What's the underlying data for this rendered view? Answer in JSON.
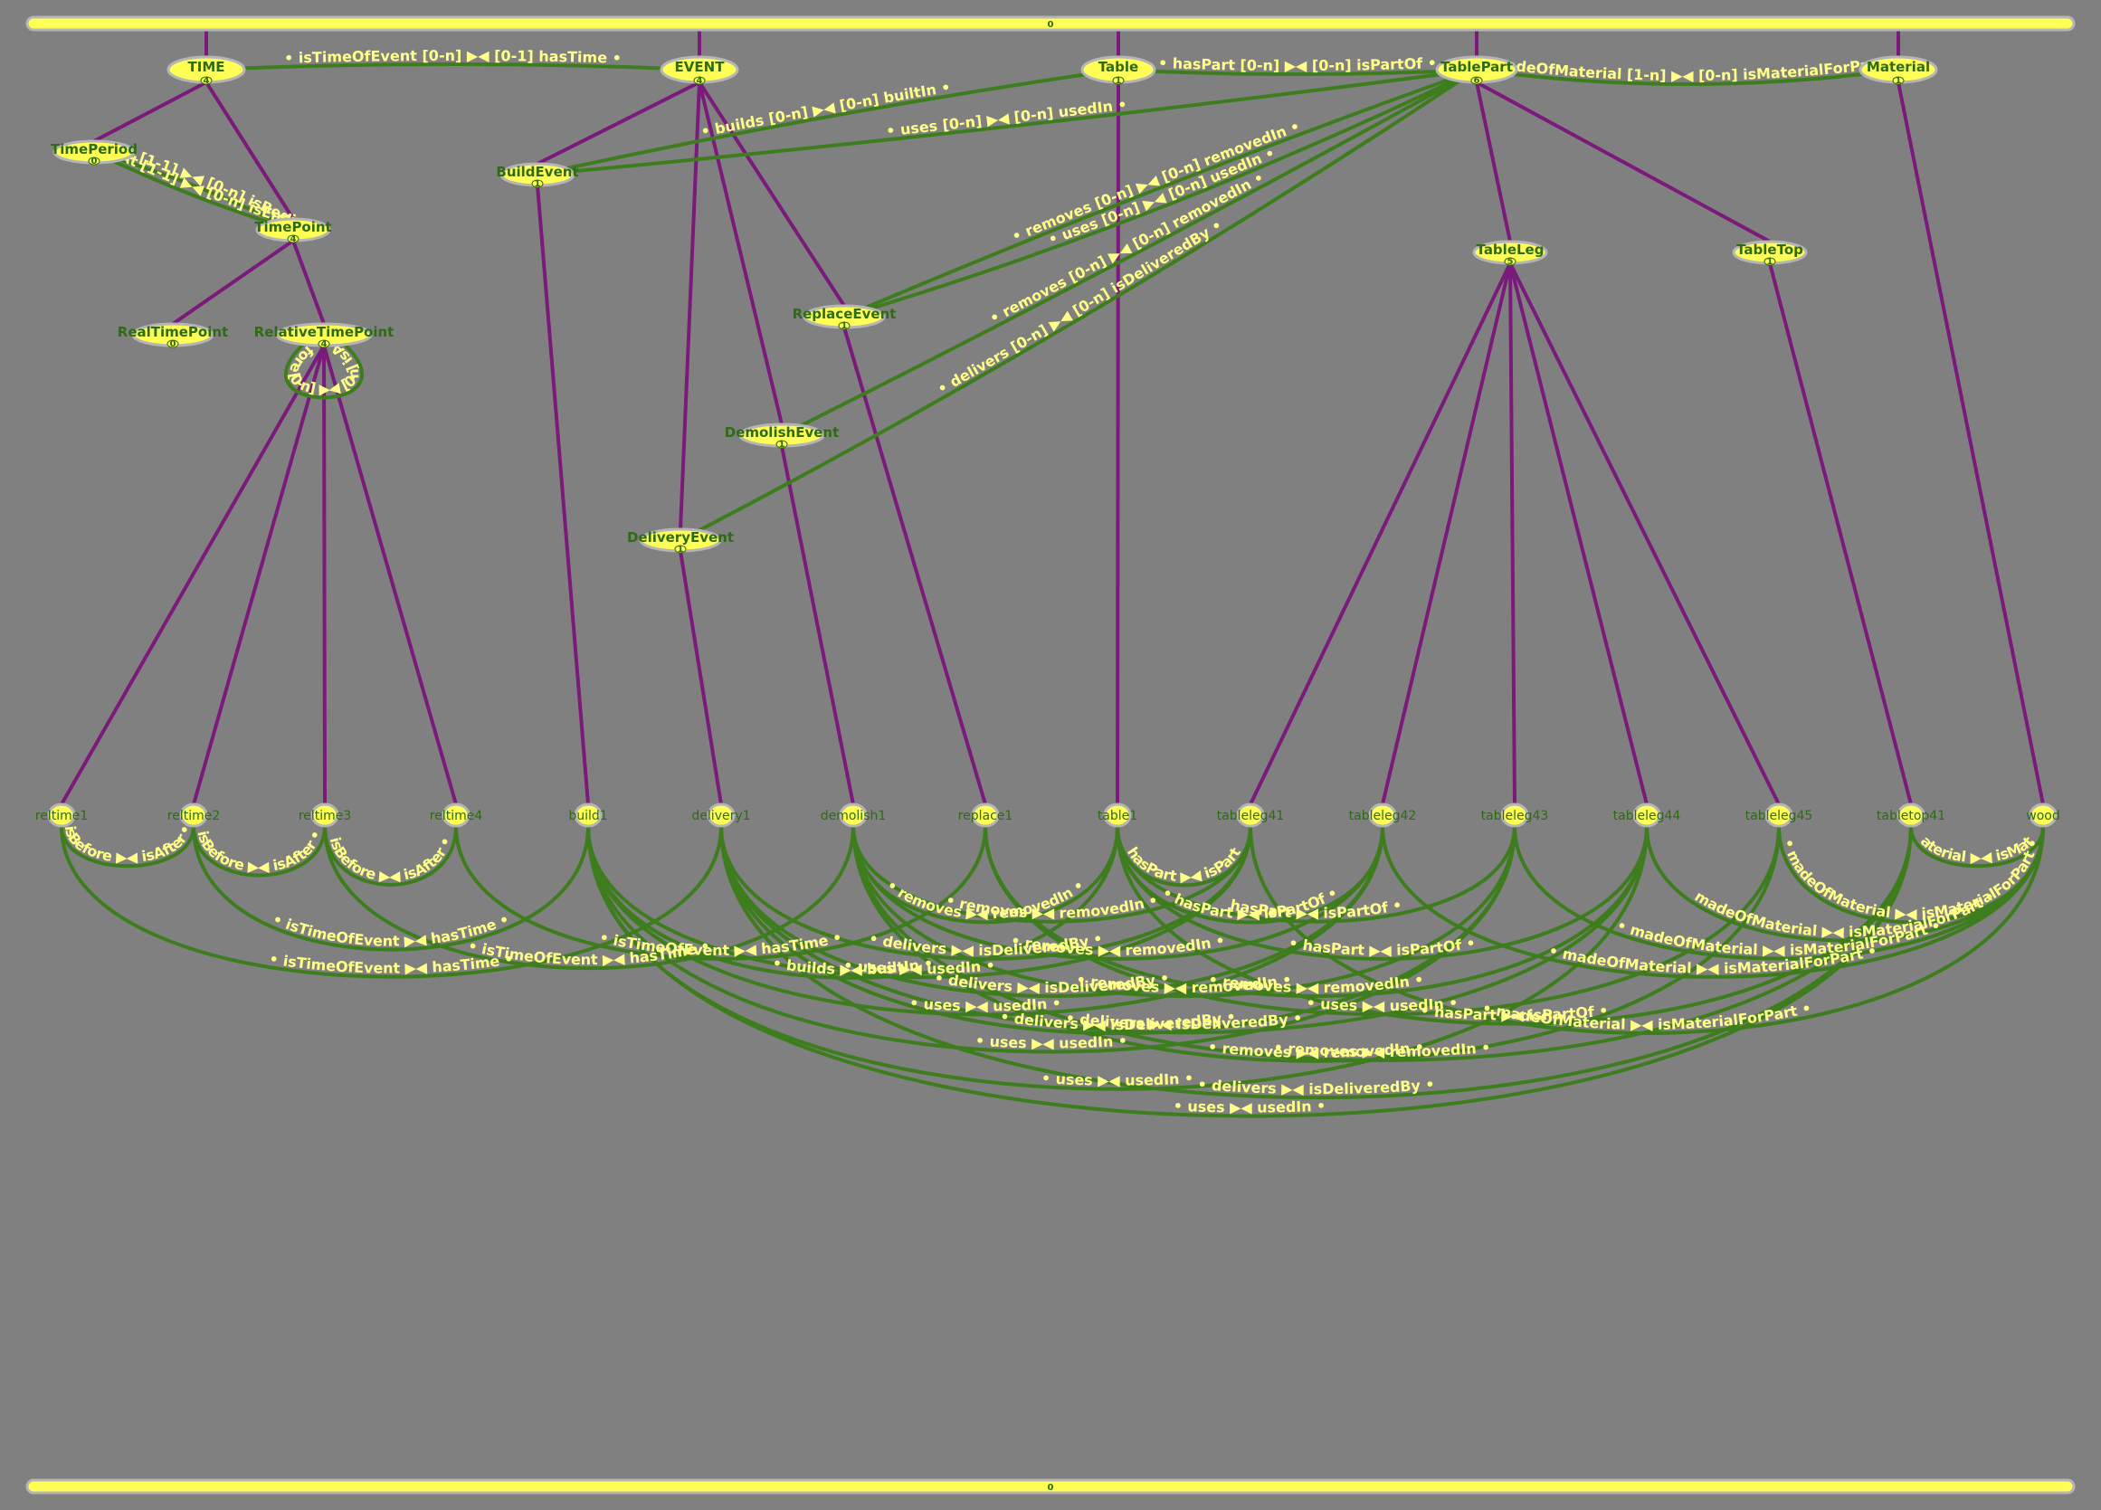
{
  "bars": {
    "top_count": "0",
    "bottom_count": "0"
  },
  "classes": [
    {
      "id": "TIME",
      "label": "TIME",
      "count": "4"
    },
    {
      "id": "EVENT",
      "label": "EVENT",
      "count": "4"
    },
    {
      "id": "Table",
      "label": "Table",
      "count": "1"
    },
    {
      "id": "TablePart",
      "label": "TablePart",
      "count": "6"
    },
    {
      "id": "Material",
      "label": "Material",
      "count": "1"
    },
    {
      "id": "TimePeriod",
      "label": "TimePeriod",
      "count": "0"
    },
    {
      "id": "TimePoint",
      "label": "TimePoint",
      "count": "4"
    },
    {
      "id": "RealTimePoint",
      "label": "RealTimePoint",
      "count": "0"
    },
    {
      "id": "RelativeTimePoint",
      "label": "RelativeTimePoint",
      "count": "4"
    },
    {
      "id": "BuildEvent",
      "label": "BuildEvent",
      "count": "1"
    },
    {
      "id": "ReplaceEvent",
      "label": "ReplaceEvent",
      "count": "1"
    },
    {
      "id": "DemolishEvent",
      "label": "DemolishEvent",
      "count": "1"
    },
    {
      "id": "DeliveryEvent",
      "label": "DeliveryEvent",
      "count": "1"
    },
    {
      "id": "TableLeg",
      "label": "TableLeg",
      "count": "5"
    },
    {
      "id": "TableTop",
      "label": "TableTop",
      "count": "1"
    }
  ],
  "instances": [
    {
      "id": "reltime1",
      "label": "reltime1"
    },
    {
      "id": "reltime2",
      "label": "reltime2"
    },
    {
      "id": "reltime3",
      "label": "reltime3"
    },
    {
      "id": "reltime4",
      "label": "reltime4"
    },
    {
      "id": "build1",
      "label": "build1"
    },
    {
      "id": "delivery1",
      "label": "delivery1"
    },
    {
      "id": "demolish1",
      "label": "demolish1"
    },
    {
      "id": "replace1",
      "label": "replace1"
    },
    {
      "id": "table1",
      "label": "table1"
    },
    {
      "id": "tableleg41",
      "label": "tableleg41"
    },
    {
      "id": "tableleg42",
      "label": "tableleg42"
    },
    {
      "id": "tableleg43",
      "label": "tableleg43"
    },
    {
      "id": "tableleg44",
      "label": "tableleg44"
    },
    {
      "id": "tableleg45",
      "label": "tableleg45"
    },
    {
      "id": "tabletop41",
      "label": "tabletop41"
    },
    {
      "id": "wood",
      "label": "wood"
    }
  ],
  "hierarchy": [
    [
      "TIME",
      "TimePeriod"
    ],
    [
      "TIME",
      "TimePoint"
    ],
    [
      "TimePoint",
      "RealTimePoint"
    ],
    [
      "TimePoint",
      "RelativeTimePoint"
    ],
    [
      "EVENT",
      "BuildEvent"
    ],
    [
      "EVENT",
      "ReplaceEvent"
    ],
    [
      "EVENT",
      "DemolishEvent"
    ],
    [
      "EVENT",
      "DeliveryEvent"
    ],
    [
      "TablePart",
      "TableLeg"
    ],
    [
      "TablePart",
      "TableTop"
    ],
    [
      "RelativeTimePoint",
      "reltime1"
    ],
    [
      "RelativeTimePoint",
      "reltime2"
    ],
    [
      "RelativeTimePoint",
      "reltime3"
    ],
    [
      "RelativeTimePoint",
      "reltime4"
    ],
    [
      "BuildEvent",
      "build1"
    ],
    [
      "DeliveryEvent",
      "delivery1"
    ],
    [
      "DemolishEvent",
      "demolish1"
    ],
    [
      "ReplaceEvent",
      "replace1"
    ],
    [
      "Table",
      "table1"
    ],
    [
      "TableLeg",
      "tableleg41"
    ],
    [
      "TableLeg",
      "tableleg42"
    ],
    [
      "TableLeg",
      "tableleg43"
    ],
    [
      "TableLeg",
      "tableleg44"
    ],
    [
      "TableLeg",
      "tableleg45"
    ],
    [
      "TableTop",
      "tabletop41"
    ],
    [
      "Material",
      "wood"
    ]
  ],
  "class_relations": [
    {
      "from": "TIME",
      "to": "EVENT",
      "label": "• isTimeOfEvent [0-n] ▶◀ [0-1] hasTime •"
    },
    {
      "from": "Table",
      "to": "TablePart",
      "label": "• hasPart [0-n] ▶◀ [0-n] isPartOf •"
    },
    {
      "from": "TablePart",
      "to": "Material",
      "label": "• madeOfMaterial [1-n] ▶◀ [0-n] isMaterialForPart •"
    },
    {
      "from": "BuildEvent",
      "to": "Table",
      "label": "• builds [0-n] ▶◀ [0-n] builtIn •"
    },
    {
      "from": "BuildEvent",
      "to": "TablePart",
      "label": "• uses [0-n] ▶◀ [0-n] usedIn •"
    },
    {
      "from": "ReplaceEvent",
      "to": "TablePart",
      "label": "• uses [0-n] ▶◀ [0-n] usedIn •"
    },
    {
      "from": "ReplaceEvent",
      "to": "TablePart",
      "label": "• removes [0-n] ▶◀ [0-n] removedIn •"
    },
    {
      "from": "DemolishEvent",
      "to": "TablePart",
      "label": "• removes [0-n] ▶◀ [0-n] removedIn •"
    },
    {
      "from": "DeliveryEvent",
      "to": "TablePart",
      "label": "• delivers [0-n] ▶◀ [0-n] isDeliveredBy •"
    },
    {
      "from": "TimePeriod",
      "to": "TimePoint",
      "label": "• startsAt [1-1] ▶◀ [0-n] isBeginOf •"
    },
    {
      "from": "TimePeriod",
      "to": "TimePoint",
      "label": "• endsAt [1-1] ▶◀ [0-n] isEndOf •"
    },
    {
      "from": "RelativeTimePoint",
      "to": "RelativeTimePoint",
      "label": "• isBefore [0-n] ▶◀ [0-n] isAfter •"
    }
  ],
  "instance_relations": [
    {
      "from": "reltime1",
      "to": "reltime2",
      "label": "isBefore ▶◀ isAfter •"
    },
    {
      "from": "reltime2",
      "to": "reltime3",
      "label": "isBefore ▶◀ isAfter •"
    },
    {
      "from": "reltime3",
      "to": "reltime4",
      "label": "isBefore ▶◀ isAfter •"
    },
    {
      "from": "reltime2",
      "to": "build1",
      "label": "• isTimeOfEvent ▶◀ hasTime •"
    },
    {
      "from": "reltime1",
      "to": "delivery1",
      "label": "• isTimeOfEvent ▶◀ hasTime •"
    },
    {
      "from": "reltime4",
      "to": "replace1",
      "label": "• isTimeOfEvent ▶◀ hasTime •"
    },
    {
      "from": "reltime3",
      "to": "demolish1",
      "label": "• isTimeOfEvent ▶◀ hasTime •"
    },
    {
      "from": "build1",
      "to": "table1",
      "label": "• builds ▶◀ builtIn •"
    },
    {
      "from": "build1",
      "to": "tableleg41",
      "label": "• uses ▶◀ usedIn •"
    },
    {
      "from": "build1",
      "to": "tableleg42",
      "label": "• uses ▶◀ usedIn •"
    },
    {
      "from": "build1",
      "to": "tableleg43",
      "label": "• uses ▶◀ usedIn •"
    },
    {
      "from": "build1",
      "to": "tableleg44",
      "label": "• uses ▶◀ usedIn •"
    },
    {
      "from": "build1",
      "to": "tabletop41",
      "label": "• uses ▶◀ usedIn •"
    },
    {
      "from": "replace1",
      "to": "tableleg45",
      "label": "• uses ▶◀ usedIn •"
    },
    {
      "from": "replace1",
      "to": "tableleg44",
      "label": "• removes ▶◀ removedIn •"
    },
    {
      "from": "demolish1",
      "to": "table1",
      "label": "• removes ▶◀ removedIn •"
    },
    {
      "from": "demolish1",
      "to": "tableleg41",
      "label": "• removes ▶◀ removedIn •"
    },
    {
      "from": "demolish1",
      "to": "tableleg42",
      "label": "• removes ▶◀ removedIn •"
    },
    {
      "from": "demolish1",
      "to": "tableleg43",
      "label": "• removes ▶◀ removedIn •"
    },
    {
      "from": "demolish1",
      "to": "tableleg45",
      "label": "• removes ▶◀ removedIn •"
    },
    {
      "from": "demolish1",
      "to": "tabletop41",
      "label": "• removes ▶◀ removedIn •"
    },
    {
      "from": "delivery1",
      "to": "tableleg41",
      "label": "• delivers ▶◀ isDeliveredBy •"
    },
    {
      "from": "delivery1",
      "to": "tableleg42",
      "label": "• delivers ▶◀ isDeliveredBy •"
    },
    {
      "from": "delivery1",
      "to": "tableleg43",
      "label": "• delivers ▶◀ isDeliveredBy •"
    },
    {
      "from": "delivery1",
      "to": "tableleg44",
      "label": "• delivers ▶◀ isDeliveredBy •"
    },
    {
      "from": "delivery1",
      "to": "tabletop41",
      "label": "• delivers ▶◀ isDeliveredBy •"
    },
    {
      "from": "table1",
      "to": "tableleg41",
      "label": "hasPart ▶◀ isPart"
    },
    {
      "from": "table1",
      "to": "tableleg42",
      "label": "• hasPart ▶◀ isPartOf •"
    },
    {
      "from": "table1",
      "to": "tableleg43",
      "label": "hasPart ▶◀ isPartOf •"
    },
    {
      "from": "table1",
      "to": "tableleg44",
      "label": "• hasPart ▶◀ isPartOf •"
    },
    {
      "from": "table1",
      "to": "tabletop41",
      "label": "• hasPart ▶◀ isPartOf •"
    },
    {
      "from": "tableleg41",
      "to": "wood",
      "label": "• madeOfMaterial ▶◀ isMaterialForPart •"
    },
    {
      "from": "tableleg42",
      "to": "wood",
      "label": "• madeOfMaterial ▶◀ isMaterialForPart •"
    },
    {
      "from": "tableleg43",
      "to": "wood",
      "label": "• madeOfMaterial ▶◀ isMaterialForPart •"
    },
    {
      "from": "tableleg44",
      "to": "wood",
      "label": "madeOfMaterial ▶◀ isMaterialForPart •"
    },
    {
      "from": "tableleg45",
      "to": "wood",
      "label": "• madeOfMaterial ▶◀ isMaterialForPart •"
    },
    {
      "from": "tabletop41",
      "to": "wood",
      "label": "aterial ▶◀ isMat"
    }
  ],
  "colors": {
    "background": "#808080",
    "node_fill": "#ffff55",
    "node_stroke": "#b5b5b5",
    "hierarchy_edge": "#7a1a7a",
    "relation_edge": "#3e7d1e",
    "node_text": "#2e6b14",
    "edge_text": "#ffff88"
  }
}
